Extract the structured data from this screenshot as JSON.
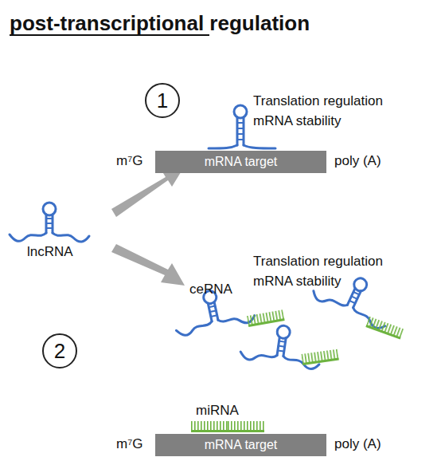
{
  "diagram": {
    "title": "post-transcriptional regulation",
    "nodes": [
      {
        "text": [
          "1"
        ]
      },
      {
        "text": [
          "mRNA target"
        ]
      },
      {
        "text": [
          "2"
        ]
      },
      {
        "text": [
          "mRNA target"
        ]
      }
    ],
    "labels": [
      "Translation regulation mRNA stability",
      "m⁷G",
      "poly (A)",
      "lncRNA",
      "ceRNA",
      "Translation regulation mRNA stability",
      "miRNA",
      "m⁷G",
      "poly (A)"
    ]
  }
}
